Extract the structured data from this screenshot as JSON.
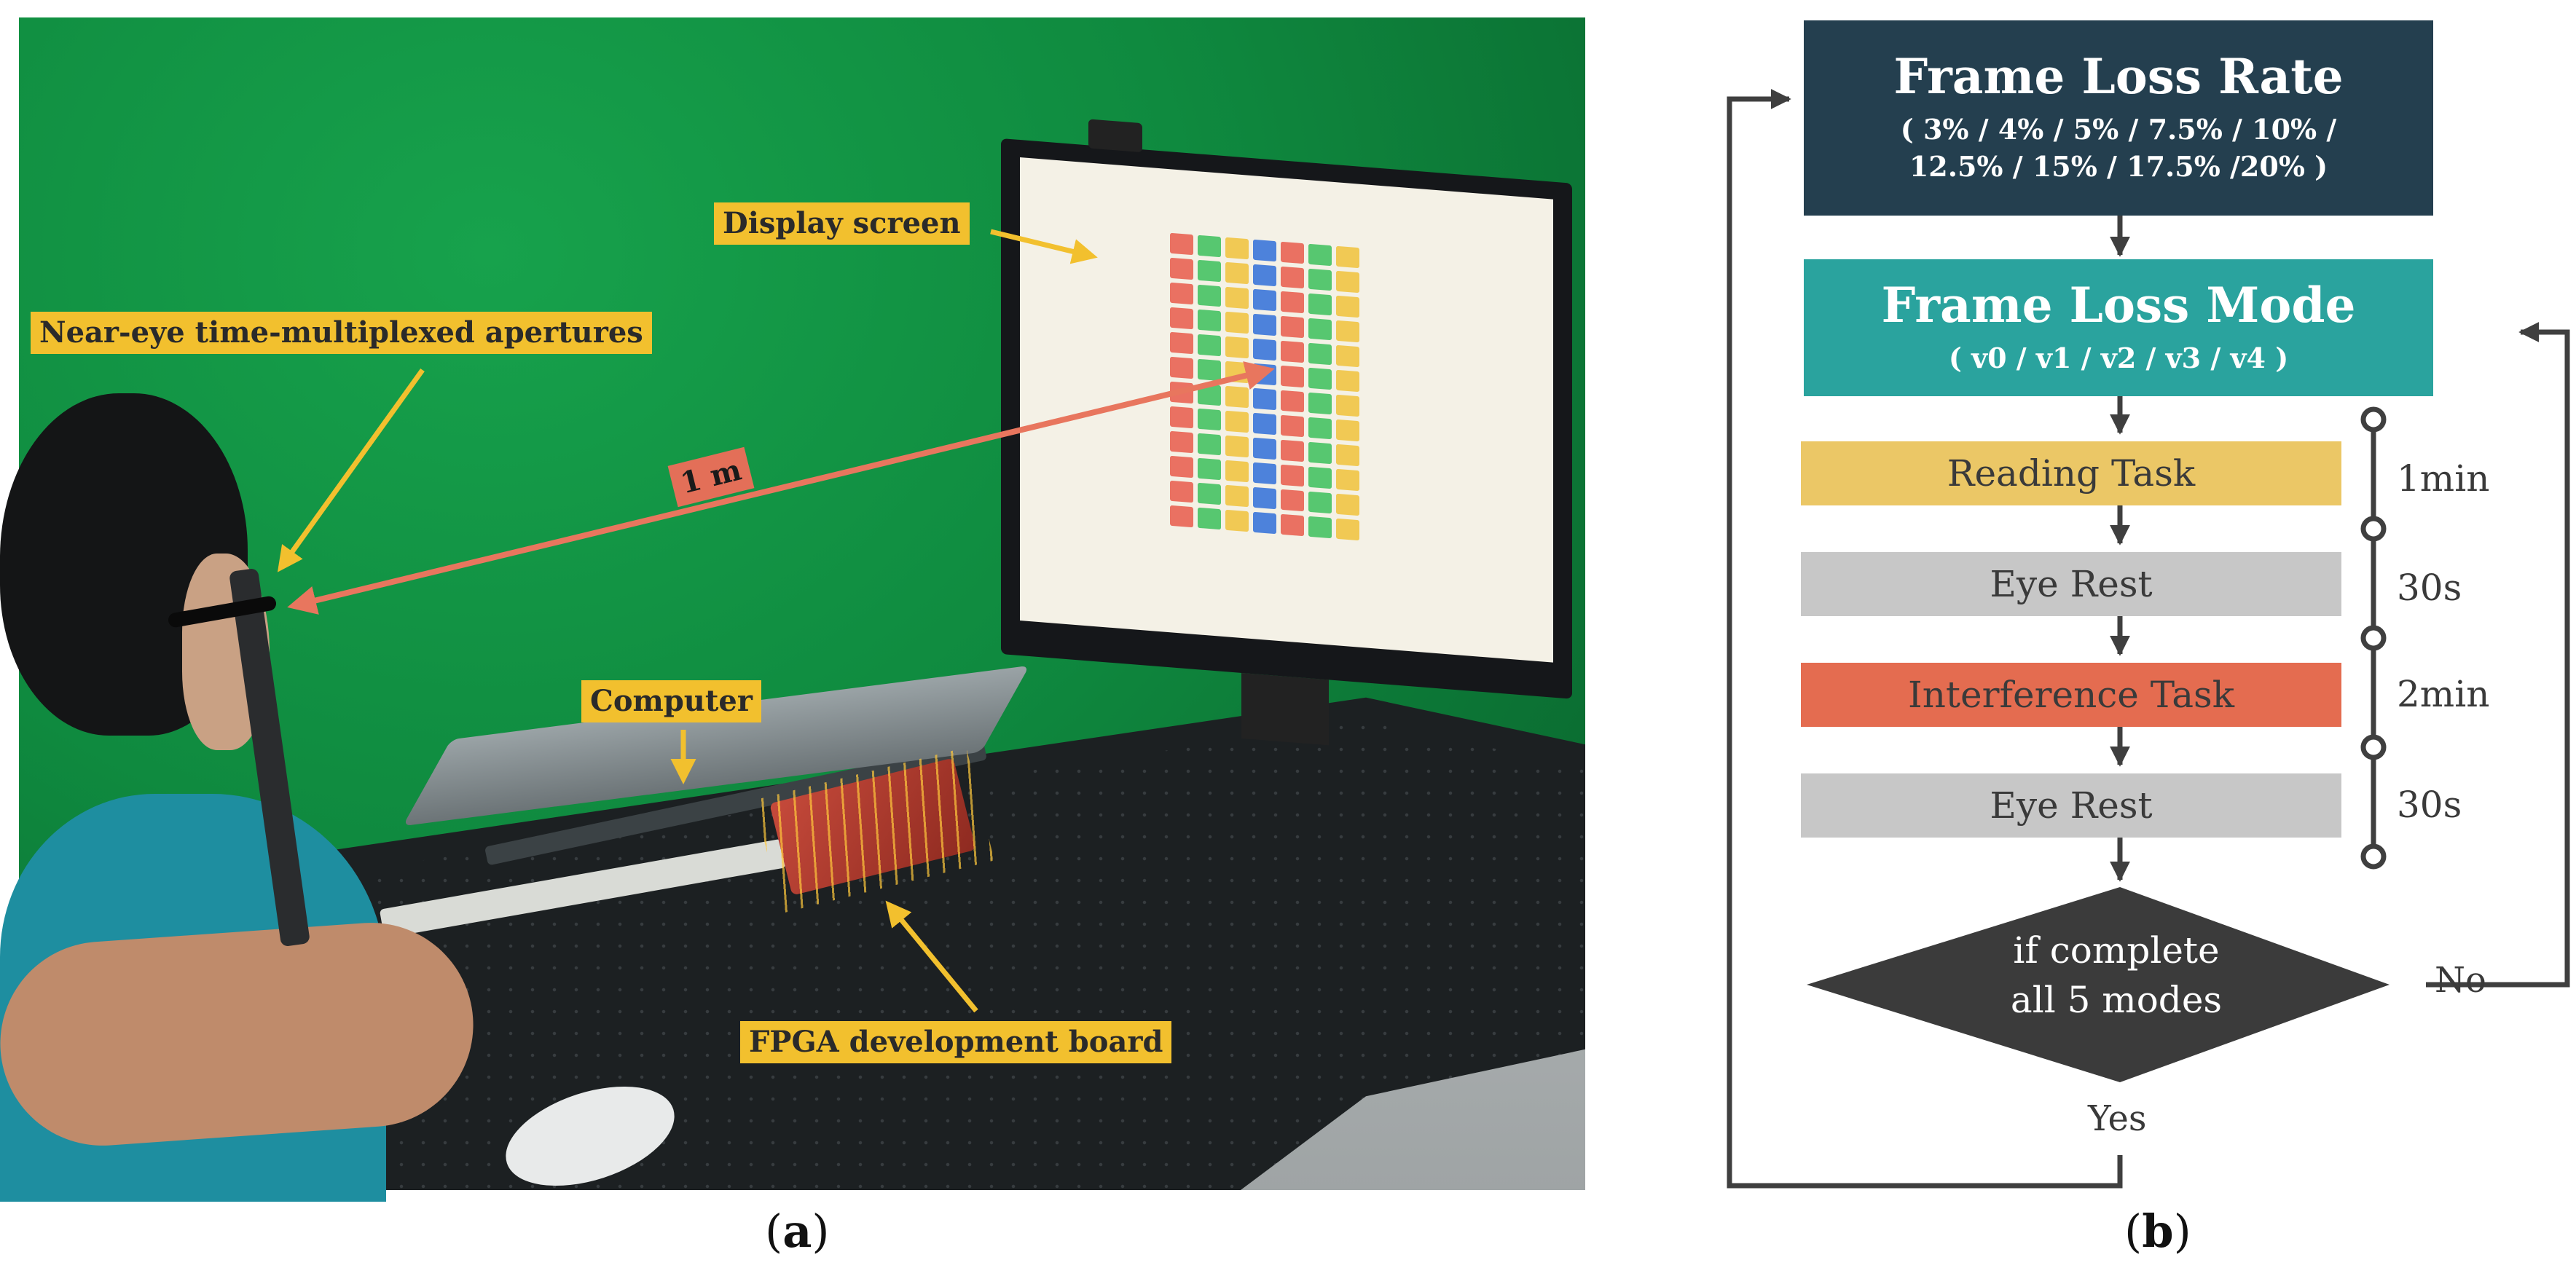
{
  "panel_a": {
    "labels": {
      "display_screen": "Display screen",
      "near_eye": "Near-eye time-multiplexed apertures",
      "distance": "1 m",
      "computer": "Computer",
      "fpga": "FPGA development board"
    },
    "caption_letter": "a"
  },
  "panel_b": {
    "frame_loss_rate": {
      "title": "Frame Loss Rate",
      "values_line1": "( 3% / 4% / 5% / 7.5% / 10% /",
      "values_line2": "12.5% / 15% / 17.5% /20% )"
    },
    "frame_loss_mode": {
      "title": "Frame Loss Mode",
      "values": "( v0 / v1 / v2 / v3 / v4 )"
    },
    "tasks": [
      {
        "label": "Reading Task",
        "duration": "1min"
      },
      {
        "label": "Eye Rest",
        "duration": "30s"
      },
      {
        "label": "Interference Task",
        "duration": "2min"
      },
      {
        "label": "Eye Rest",
        "duration": "30s"
      }
    ],
    "decision": {
      "line1": "if complete",
      "line2": "all 5 modes",
      "no_label": "No",
      "yes_label": "Yes"
    },
    "caption_letter": "b"
  },
  "colors": {
    "rate_box": "#243f4f",
    "mode_box": "#2aa39e",
    "reading": "#ebc766",
    "rest": "#c7c7c7",
    "interference": "#e46c50",
    "decision": "#3b3b3b",
    "line": "#3f3f3f",
    "annotation": "#f2c02e",
    "annotation_red": "#e36f58",
    "arrow_yellow": "#f2c02e",
    "arrow_red": "#e8765e"
  }
}
